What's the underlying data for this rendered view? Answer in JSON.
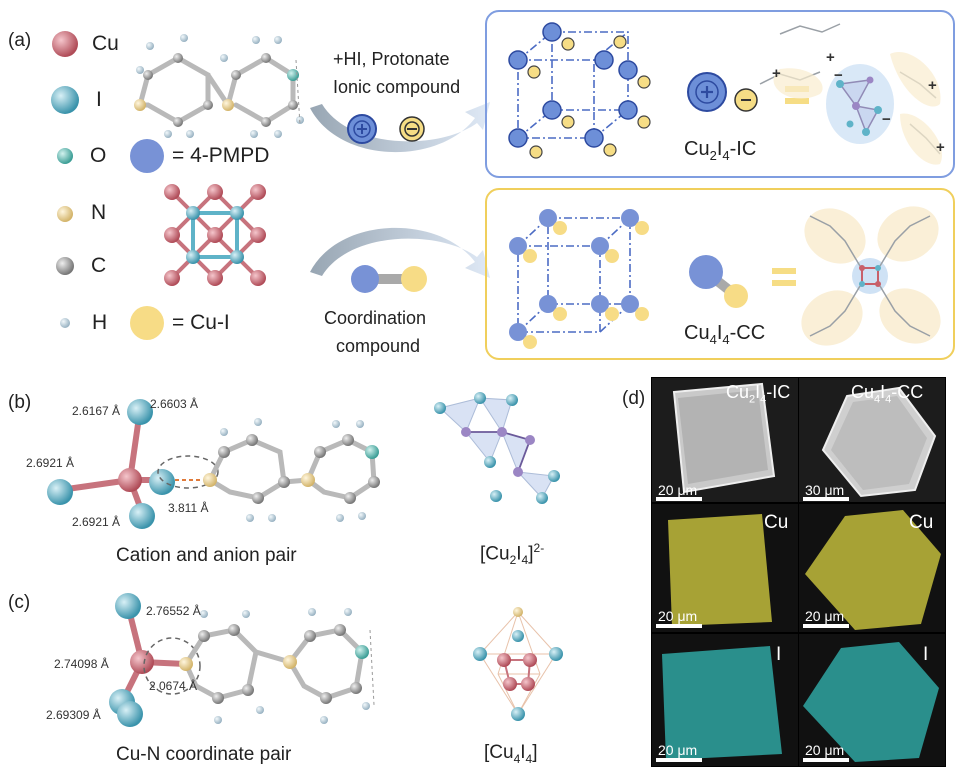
{
  "panels": {
    "a": "(a)",
    "b": "(b)",
    "c": "(c)",
    "d": "(d)"
  },
  "legend": {
    "elements": [
      "Cu",
      "I",
      "O",
      "N",
      "C",
      "H"
    ],
    "pmpd": "= 4-PMPD",
    "cui": "= Cu-I"
  },
  "colors": {
    "Cu": "#c8606a",
    "I": "#5fb3c8",
    "O": "#5fbcb4",
    "N": "#e6cf92",
    "C": "#9a9a9a",
    "H": "#bcd0dc",
    "ion_blue": "#6d8fd8",
    "ion_yellow": "#f6dd85",
    "box_blue": "#7f9de0",
    "box_yellow": "#f0cf5c"
  },
  "arrows": {
    "top_line1": "+HI, Protonate",
    "top_line2": "Ionic compound",
    "bottom_line1": "Coordination",
    "bottom_line2": "compound"
  },
  "compounds": {
    "ic": {
      "pre": "Cu",
      "s1": "2",
      "mid": "I",
      "s2": "4",
      "post": "-IC"
    },
    "cc": {
      "pre": "Cu",
      "s1": "4",
      "mid": "I",
      "s2": "4",
      "post": "-CC"
    }
  },
  "ions": {
    "plus": "+",
    "minus": "−"
  },
  "b": {
    "d1": "2.6167 Å",
    "d2": "2.6603 Å",
    "d3": "2.6921 Å",
    "d4": "2.6921 Å",
    "d5": "3.811 Å",
    "caption": "Cation and anion pair",
    "cluster_pre": "[Cu",
    "cluster_s1": "2",
    "cluster_mid": "I",
    "cluster_s2": "4",
    "cluster_post": "]",
    "cluster_sup": "2-"
  },
  "c": {
    "d1": "2.76552 Å",
    "d2": "2.74098 Å",
    "d3": "2.0674 Å",
    "d4": "2.69309 Å",
    "caption": "Cu-N coordinate pair",
    "cluster_pre": "[Cu",
    "cluster_s1": "4",
    "cluster_mid": "I",
    "cluster_s2": "4",
    "cluster_post": "]"
  },
  "d": {
    "t1_pre": "Cu",
    "t1_s1": "2",
    "t1_mid": "I",
    "t1_s2": "4",
    "t1_post": "-IC",
    "t2_pre": "Cu",
    "t2_s1": "4",
    "t2_mid": "I",
    "t2_s2": "4",
    "t2_post": "-CC",
    "scale_a": "20 μm",
    "scale_b": "30 μm",
    "scale_c": "20 μm",
    "scale_d": "20 μm",
    "scale_e": "20 μm",
    "scale_f": "20 μm",
    "cu": "Cu",
    "i": "I"
  }
}
